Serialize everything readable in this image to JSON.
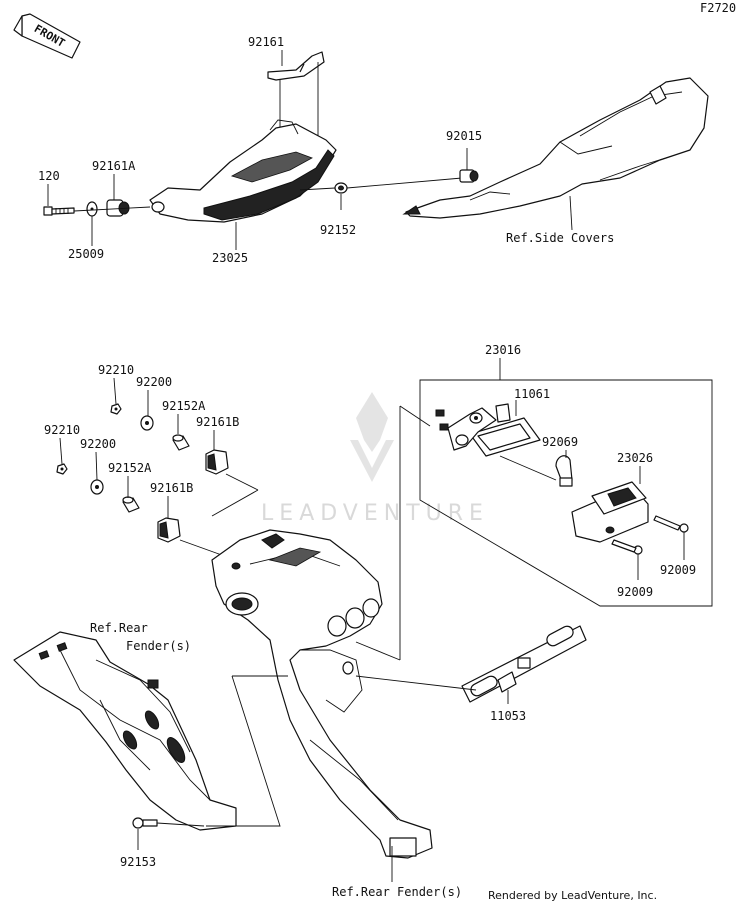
{
  "diagram_id": "F2720",
  "front_label": "FRONT",
  "parts": {
    "p92161": "92161",
    "p92161A": "92161A",
    "p120": "120",
    "p25009": "25009",
    "p23025": "23025",
    "p92015": "92015",
    "p92152": "92152",
    "side_covers": "Ref.Side Covers",
    "p23016": "23016",
    "p11061": "11061",
    "p92069": "92069",
    "p23026": "23026",
    "p92009a": "92009",
    "p92009b": "92009",
    "p92210a": "92210",
    "p92200a": "92200",
    "p92152Aa": "92152A",
    "p92161Ba": "92161B",
    "p92210b": "92210",
    "p92200b": "92200",
    "p92152Ab": "92152A",
    "p92161Bb": "92161B",
    "rear_fender_1": "Ref.Rear",
    "rear_fender_2": "Fender(s)",
    "p11053": "11053",
    "p92153": "92153",
    "rear_fender_bottom": "Ref.Rear Fender(s)"
  },
  "watermark": "LEADVENTURE",
  "footer_credit": "Rendered by LeadVenture, Inc."
}
